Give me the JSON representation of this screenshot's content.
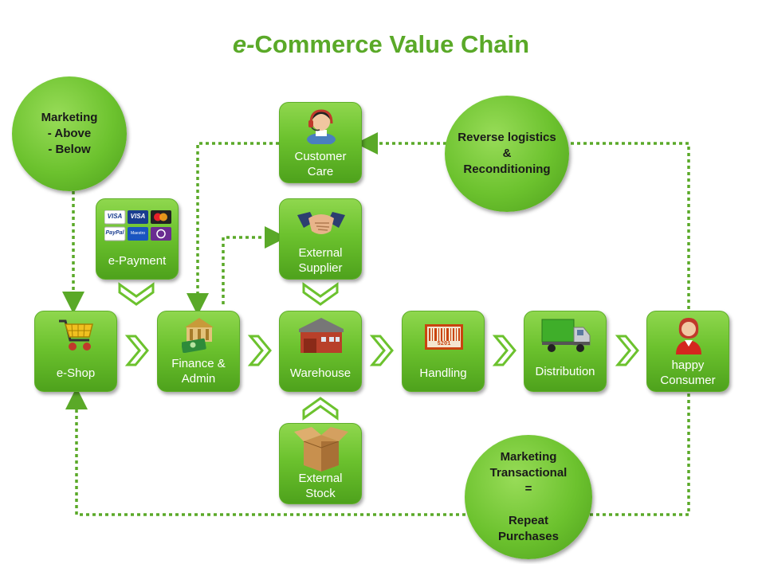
{
  "title": {
    "prefix": "e-",
    "main": "Commerce  Value Chain"
  },
  "colors": {
    "accent": "#5aa928",
    "box": "#6cc22e",
    "dotted": "#5aa928"
  },
  "circles": {
    "marketing": "Marketing\n- Above\n- Below",
    "reverse": "Reverse logistics\n&\nReconditioning",
    "repeat": "Marketing\nTransactional\n=\n\nRepeat\nPurchases"
  },
  "boxes": {
    "eshop": "e-Shop",
    "finance": "Finance &\nAdmin",
    "warehouse": "Warehouse",
    "handling": "Handling",
    "distribution": "Distribution",
    "consumer": "happy\nConsumer",
    "payment": "e-Payment",
    "care": "Customer\nCare",
    "supplier": "External\nSupplier",
    "stock": "External\nStock"
  },
  "cards": [
    "VISA",
    "VISA",
    "MC",
    "PayPal",
    "Maestro",
    "SOLO"
  ],
  "barcode_text": "5201",
  "icons": [
    "shopping-cart-icon",
    "bank-money-icon",
    "warehouse-building-icon",
    "barcode-icon",
    "truck-icon",
    "consumer-person-icon",
    "credit-cards-icon",
    "headset-agent-icon",
    "handshake-icon",
    "cardboard-box-icon"
  ]
}
